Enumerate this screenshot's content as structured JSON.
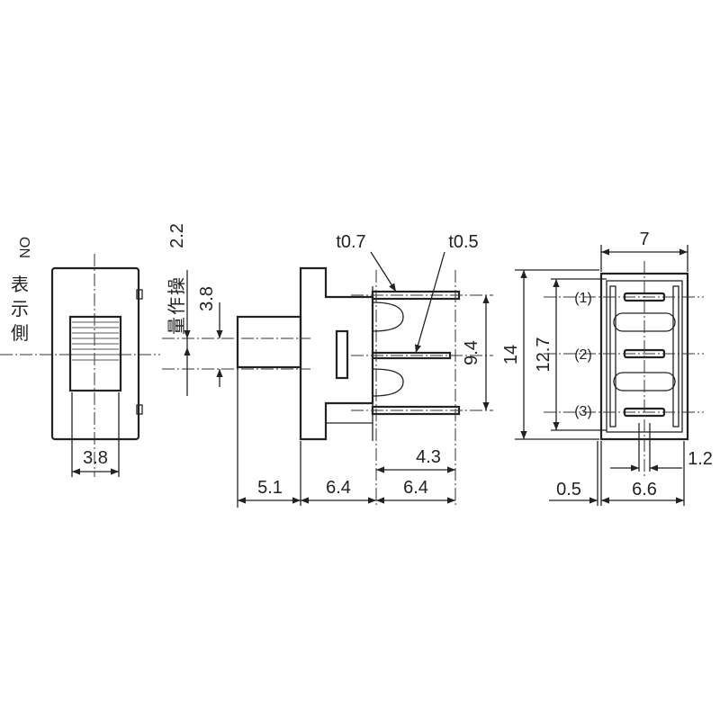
{
  "labels": {
    "on_side": [
      "ON",
      "表",
      "示",
      "側"
    ],
    "stroke": [
      "操",
      "作",
      "量"
    ],
    "d_stroke": "2.2",
    "d_left_38": "3.8",
    "d_act_38": "3.8",
    "d_t07": "t0.7",
    "d_t05": "t0.5",
    "d_94": "9.4",
    "d_43": "4.3",
    "d_51": "5.1",
    "d_64a": "6.4",
    "d_64b": "6.4",
    "d_7": "7",
    "d_14": "14",
    "d_127": "12.7",
    "d_05": "0.5",
    "d_66": "6.6",
    "d_12": "1.2",
    "pin1": "(1)",
    "pin2": "(2)",
    "pin3": "(3)"
  }
}
